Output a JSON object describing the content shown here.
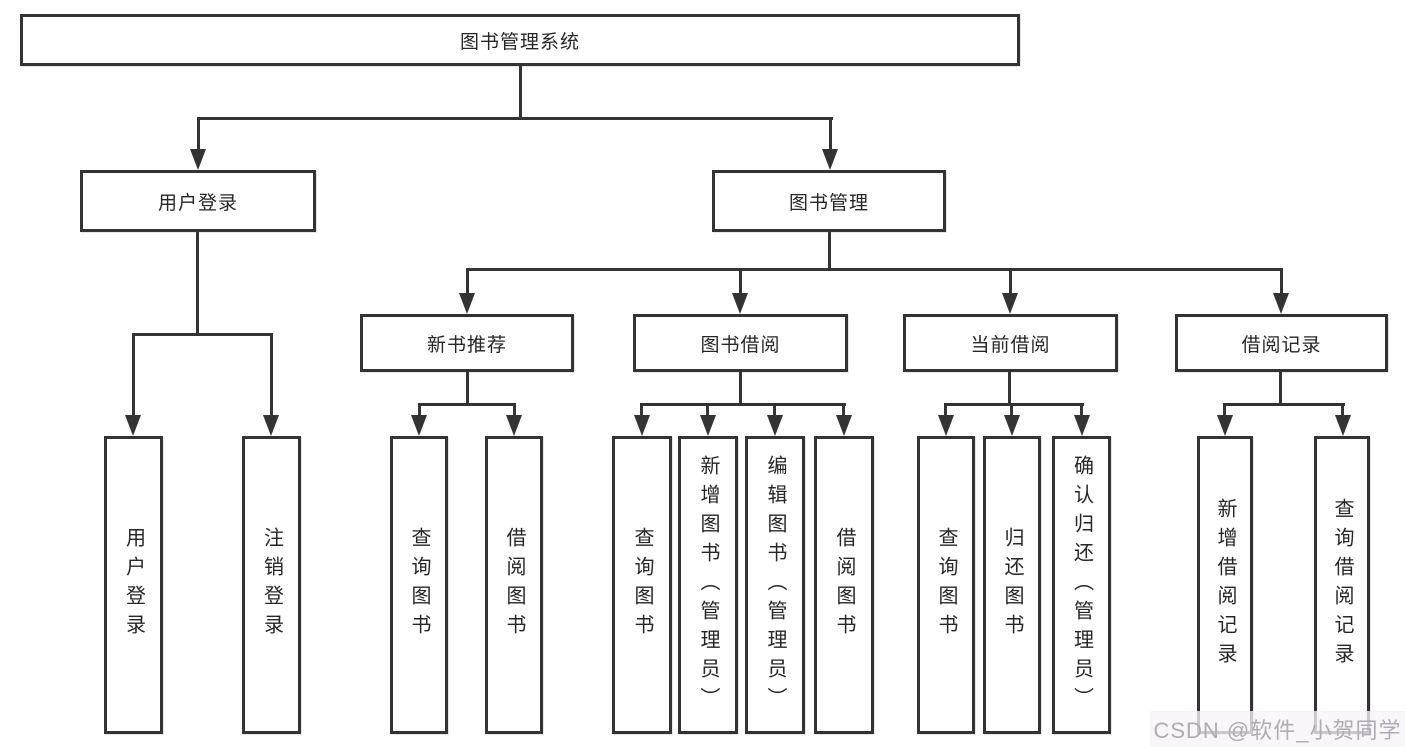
{
  "tree": {
    "root": {
      "label": "图书管理系统",
      "children": [
        {
          "label": "用户登录",
          "children": [
            {
              "label": "用户登录"
            },
            {
              "label": "注销登录"
            }
          ]
        },
        {
          "label": "图书管理",
          "children": [
            {
              "label": "新书推荐",
              "children": [
                {
                  "label": "查询图书"
                },
                {
                  "label": "借阅图书"
                }
              ]
            },
            {
              "label": "图书借阅",
              "children": [
                {
                  "label": "查询图书"
                },
                {
                  "label": "新增图书（管理员）"
                },
                {
                  "label": "编辑图书（管理员）"
                },
                {
                  "label": "借阅图书"
                }
              ]
            },
            {
              "label": "当前借阅",
              "children": [
                {
                  "label": "查询图书"
                },
                {
                  "label": "归还图书"
                },
                {
                  "label": "确认归还（管理员）"
                }
              ]
            },
            {
              "label": "借阅记录",
              "children": [
                {
                  "label": "新增借阅记录"
                },
                {
                  "label": "查询借阅记录"
                }
              ]
            }
          ]
        }
      ]
    }
  },
  "watermark": {
    "text": "CSDN @软件_小贺同学"
  },
  "colors": {
    "line": "#333333",
    "text": "#262626",
    "background": "#ffffff",
    "watermark_text": "#aeacb4"
  }
}
